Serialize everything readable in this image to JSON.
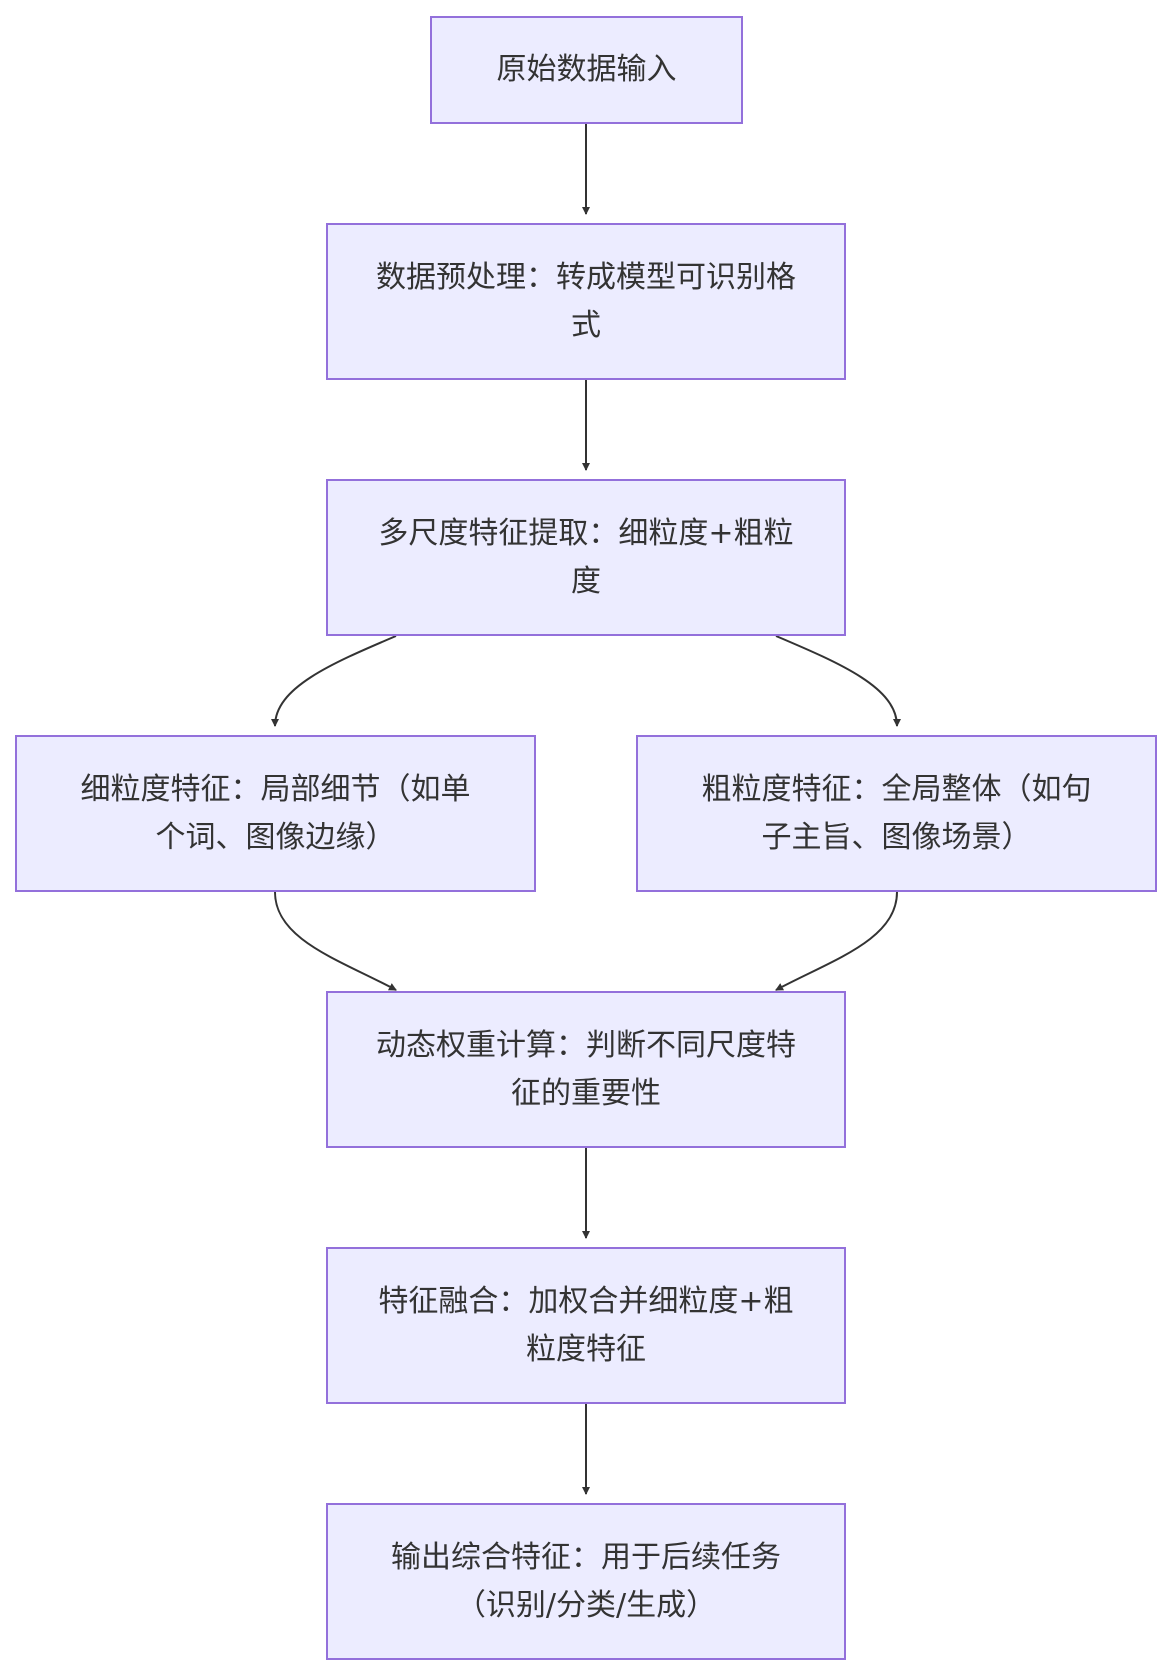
{
  "diagram": {
    "nodes": [
      {
        "id": "n1",
        "label": "原始数据输入"
      },
      {
        "id": "n2",
        "label": "数据预处理：转成模型可识别格式"
      },
      {
        "id": "n3",
        "label": "多尺度特征提取：细粒度+粗粒度"
      },
      {
        "id": "n4",
        "label": "细粒度特征：局部细节（如单个词、图像边缘）"
      },
      {
        "id": "n5",
        "label": "粗粒度特征：全局整体（如句子主旨、图像场景）"
      },
      {
        "id": "n6",
        "label": "动态权重计算：判断不同尺度特征的重要性"
      },
      {
        "id": "n7",
        "label": "特征融合：加权合并细粒度+粗粒度特征"
      },
      {
        "id": "n8",
        "label": "输出综合特征：用于后续任务（识别/分类/生成）"
      }
    ],
    "edges": [
      {
        "from": "n1",
        "to": "n2"
      },
      {
        "from": "n2",
        "to": "n3"
      },
      {
        "from": "n3",
        "to": "n4"
      },
      {
        "from": "n3",
        "to": "n5"
      },
      {
        "from": "n4",
        "to": "n6"
      },
      {
        "from": "n5",
        "to": "n6"
      },
      {
        "from": "n6",
        "to": "n7"
      },
      {
        "from": "n7",
        "to": "n8"
      }
    ],
    "colors": {
      "node_fill": "#ececff",
      "node_border": "#9370db",
      "edge": "#333333",
      "text": "#333333"
    }
  }
}
